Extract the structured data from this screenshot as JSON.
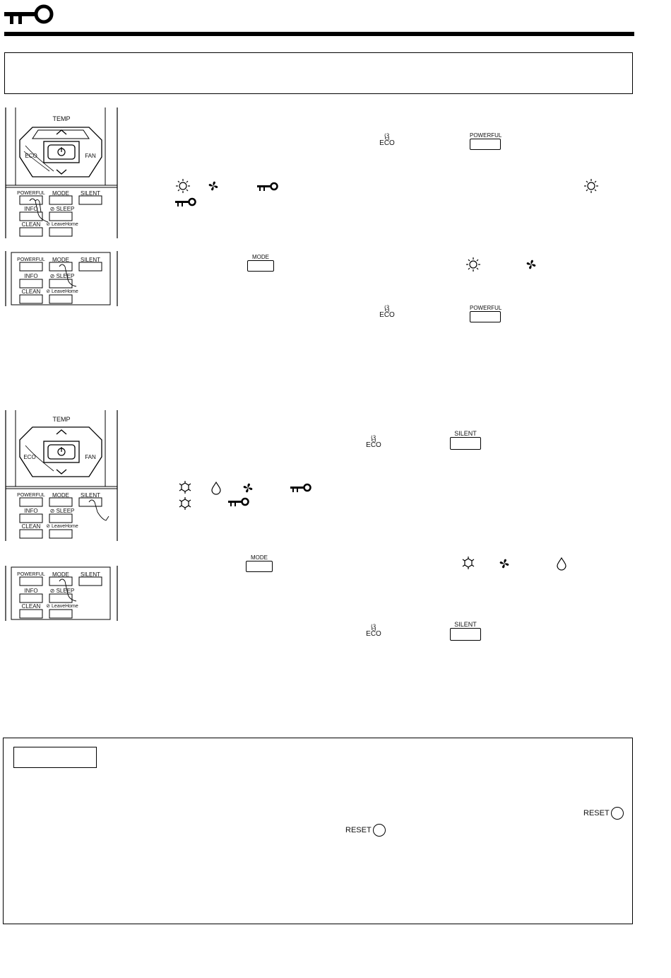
{
  "remote": {
    "temp": "TEMP",
    "eco": "ECO",
    "fan": "FAN",
    "powerful": "POWERFUL",
    "mode": "MODE",
    "silent": "SILENT",
    "info": "INFO",
    "sleep": "⊘ SLEEP",
    "clean": "CLEAN",
    "leave_home": "⊘ LeaveHome"
  },
  "inline": {
    "eco": "ECO",
    "powerful": "POWERFUL",
    "mode": "MODE",
    "silent": "SILENT",
    "reset": "RESET"
  }
}
